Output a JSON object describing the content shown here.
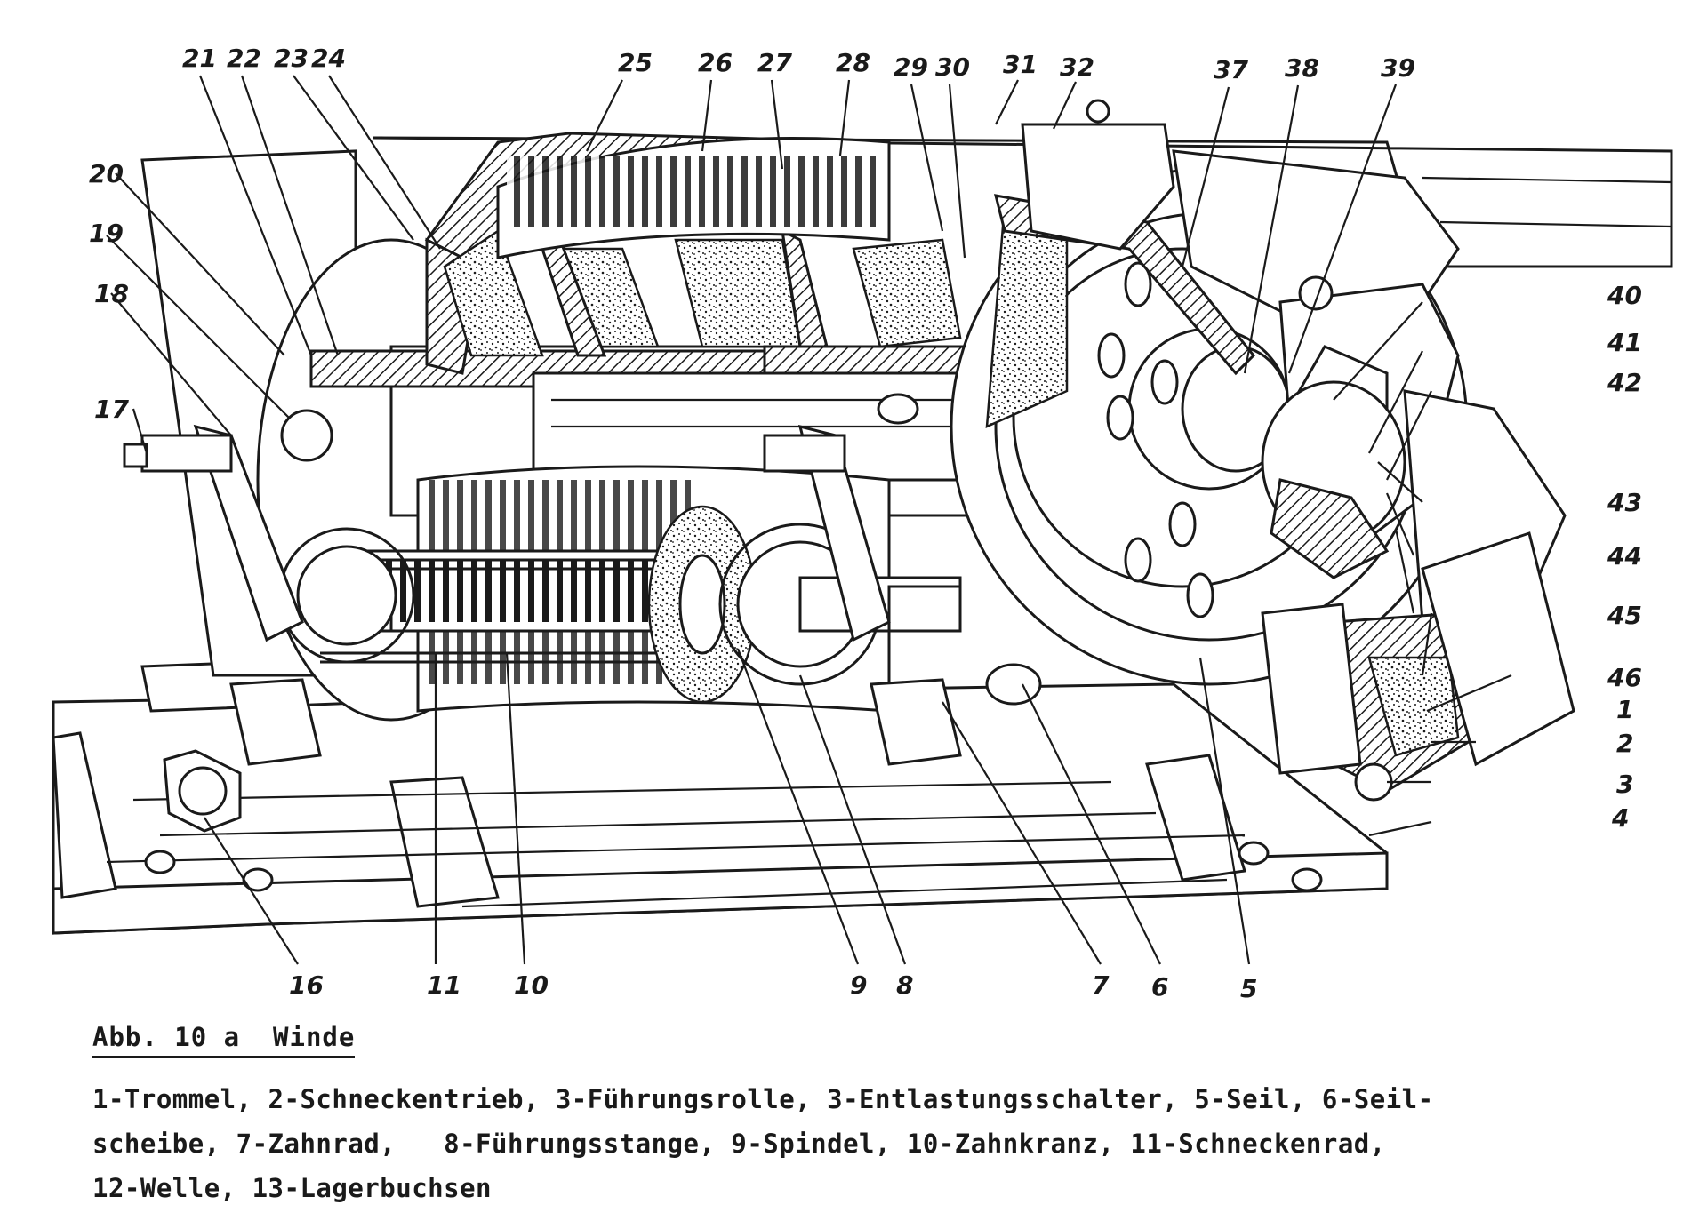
{
  "figure": {
    "caption_title": "Abb. 10 a  Winde",
    "legend_lines": [
      "1-Trommel, 2-Schneckentrieb, 3-Führungsrolle, 3-Entlastungsschalter, 5-Seil, 6-Seil-",
      "scheibe, 7-Zahnrad,   8-Führungsstange, 9-Spindel, 10-Zahnkranz, 11-Schneckenrad,",
      "12-Welle, 13-Lagerbuchsen"
    ],
    "part_numbers_top": [
      "21",
      "22",
      "23",
      "24",
      "25",
      "26",
      "27",
      "28",
      "29",
      "30",
      "31",
      "32",
      "37",
      "38",
      "39"
    ],
    "part_numbers_left": [
      "20",
      "19",
      "18",
      "17"
    ],
    "part_numbers_right": [
      "40",
      "41",
      "42",
      "43",
      "44",
      "45",
      "46",
      "1",
      "2",
      "3",
      "4"
    ],
    "part_numbers_bottom": [
      "16",
      "11",
      "10",
      "9",
      "8",
      "7",
      "6",
      "5"
    ]
  }
}
